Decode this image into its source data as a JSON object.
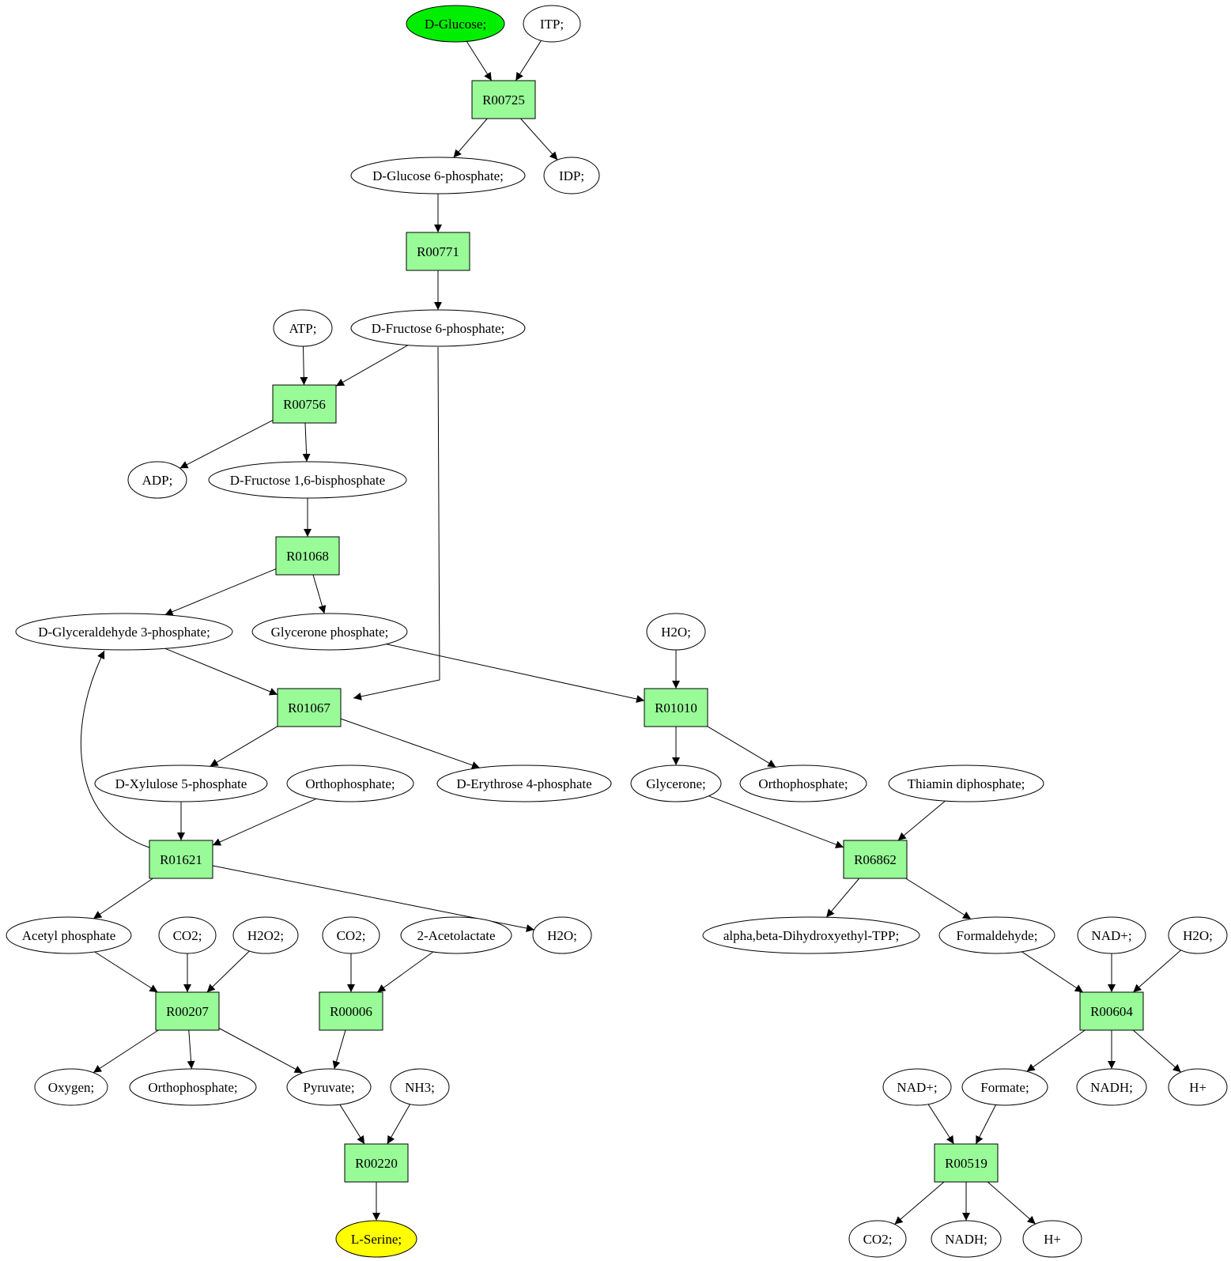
{
  "colors": {
    "reaction_fill": "#98fb98",
    "compound_fill": "#ffffff",
    "start_fill": "#00ee00",
    "end_fill": "#ffff00",
    "stroke": "#000000"
  },
  "nodes": [
    {
      "id": "c_glc",
      "label": "D-Glucose;",
      "kind": "start"
    },
    {
      "id": "c_itp",
      "label": "ITP;",
      "kind": "compound"
    },
    {
      "id": "r00725",
      "label": "R00725",
      "kind": "reaction"
    },
    {
      "id": "c_g6p",
      "label": "D-Glucose 6-phosphate;",
      "kind": "compound"
    },
    {
      "id": "c_idp",
      "label": "IDP;",
      "kind": "compound"
    },
    {
      "id": "r00771",
      "label": "R00771",
      "kind": "reaction"
    },
    {
      "id": "c_atp",
      "label": "ATP;",
      "kind": "compound"
    },
    {
      "id": "c_f6p",
      "label": "D-Fructose 6-phosphate;",
      "kind": "compound"
    },
    {
      "id": "r00756",
      "label": "R00756",
      "kind": "reaction"
    },
    {
      "id": "c_adp",
      "label": "ADP;",
      "kind": "compound"
    },
    {
      "id": "c_fbp",
      "label": "D-Fructose 1,6-bisphosphate",
      "kind": "compound"
    },
    {
      "id": "r01068",
      "label": "R01068",
      "kind": "reaction"
    },
    {
      "id": "c_gap",
      "label": "D-Glyceraldehyde 3-phosphate;",
      "kind": "compound"
    },
    {
      "id": "c_dhap",
      "label": "Glycerone phosphate;",
      "kind": "compound"
    },
    {
      "id": "c_h2o_a",
      "label": "H2O;",
      "kind": "compound"
    },
    {
      "id": "r01067",
      "label": "R01067",
      "kind": "reaction"
    },
    {
      "id": "r01010",
      "label": "R01010",
      "kind": "reaction"
    },
    {
      "id": "c_x5p",
      "label": "D-Xylulose 5-phosphate",
      "kind": "compound"
    },
    {
      "id": "c_pi_a",
      "label": "Orthophosphate;",
      "kind": "compound"
    },
    {
      "id": "c_e4p",
      "label": "D-Erythrose 4-phosphate",
      "kind": "compound"
    },
    {
      "id": "c_dha",
      "label": "Glycerone;",
      "kind": "compound"
    },
    {
      "id": "c_pi_b",
      "label": "Orthophosphate;",
      "kind": "compound"
    },
    {
      "id": "c_tpp",
      "label": "Thiamin diphosphate;",
      "kind": "compound"
    },
    {
      "id": "r01621",
      "label": "R01621",
      "kind": "reaction"
    },
    {
      "id": "r06862",
      "label": "R06862",
      "kind": "reaction"
    },
    {
      "id": "c_acp",
      "label": "Acetyl phosphate",
      "kind": "compound"
    },
    {
      "id": "c_co2_a",
      "label": "CO2;",
      "kind": "compound"
    },
    {
      "id": "c_h2o2",
      "label": "H2O2;",
      "kind": "compound"
    },
    {
      "id": "c_co2_b",
      "label": "CO2;",
      "kind": "compound"
    },
    {
      "id": "c_acl",
      "label": "2-Acetolactate",
      "kind": "compound"
    },
    {
      "id": "c_h2o_b",
      "label": "H2O;",
      "kind": "compound"
    },
    {
      "id": "c_dhtpp",
      "label": "alpha,beta-Dihydroxyethyl-TPP;",
      "kind": "compound"
    },
    {
      "id": "c_hcho",
      "label": "Formaldehyde;",
      "kind": "compound"
    },
    {
      "id": "c_nad_a",
      "label": "NAD+;",
      "kind": "compound"
    },
    {
      "id": "c_h2o_c",
      "label": "H2O;",
      "kind": "compound"
    },
    {
      "id": "r00207",
      "label": "R00207",
      "kind": "reaction"
    },
    {
      "id": "r00006",
      "label": "R00006",
      "kind": "reaction"
    },
    {
      "id": "r00604",
      "label": "R00604",
      "kind": "reaction"
    },
    {
      "id": "c_o2",
      "label": "Oxygen;",
      "kind": "compound"
    },
    {
      "id": "c_pi_c",
      "label": "Orthophosphate;",
      "kind": "compound"
    },
    {
      "id": "c_pyr",
      "label": "Pyruvate;",
      "kind": "compound"
    },
    {
      "id": "c_nh3",
      "label": "NH3;",
      "kind": "compound"
    },
    {
      "id": "c_nad_b",
      "label": "NAD+;",
      "kind": "compound"
    },
    {
      "id": "c_form",
      "label": "Formate;",
      "kind": "compound"
    },
    {
      "id": "c_nadh_a",
      "label": "NADH;",
      "kind": "compound"
    },
    {
      "id": "c_h_a",
      "label": "H+",
      "kind": "compound"
    },
    {
      "id": "r00220",
      "label": "R00220",
      "kind": "reaction"
    },
    {
      "id": "r00519",
      "label": "R00519",
      "kind": "reaction"
    },
    {
      "id": "c_ser",
      "label": "L-Serine;",
      "kind": "end"
    },
    {
      "id": "c_co2_c",
      "label": "CO2;",
      "kind": "compound"
    },
    {
      "id": "c_nadh_b",
      "label": "NADH;",
      "kind": "compound"
    },
    {
      "id": "c_h_b",
      "label": "H+",
      "kind": "compound"
    }
  ],
  "edges": [
    {
      "from": "c_glc",
      "to": "r00725"
    },
    {
      "from": "c_itp",
      "to": "r00725"
    },
    {
      "from": "r00725",
      "to": "c_g6p"
    },
    {
      "from": "r00725",
      "to": "c_idp"
    },
    {
      "from": "c_g6p",
      "to": "r00771"
    },
    {
      "from": "r00771",
      "to": "c_f6p"
    },
    {
      "from": "c_atp",
      "to": "r00756"
    },
    {
      "from": "c_f6p",
      "to": "r00756"
    },
    {
      "from": "c_f6p",
      "to": "r01067"
    },
    {
      "from": "r00756",
      "to": "c_adp"
    },
    {
      "from": "r00756",
      "to": "c_fbp"
    },
    {
      "from": "c_fbp",
      "to": "r01068"
    },
    {
      "from": "r01068",
      "to": "c_gap"
    },
    {
      "from": "r01068",
      "to": "c_dhap"
    },
    {
      "from": "c_gap",
      "to": "r01067"
    },
    {
      "from": "c_dhap",
      "to": "r01010"
    },
    {
      "from": "c_h2o_a",
      "to": "r01010"
    },
    {
      "from": "r01067",
      "to": "c_x5p"
    },
    {
      "from": "r01067",
      "to": "c_e4p"
    },
    {
      "from": "r01010",
      "to": "c_dha"
    },
    {
      "from": "r01010",
      "to": "c_pi_b"
    },
    {
      "from": "c_x5p",
      "to": "r01621"
    },
    {
      "from": "c_pi_a",
      "to": "r01621"
    },
    {
      "from": "r01621",
      "to": "c_gap"
    },
    {
      "from": "r01621",
      "to": "c_acp"
    },
    {
      "from": "r01621",
      "to": "c_h2o_b"
    },
    {
      "from": "c_dha",
      "to": "r06862"
    },
    {
      "from": "c_tpp",
      "to": "r06862"
    },
    {
      "from": "r06862",
      "to": "c_dhtpp"
    },
    {
      "from": "r06862",
      "to": "c_hcho"
    },
    {
      "from": "c_acp",
      "to": "r00207"
    },
    {
      "from": "c_co2_a",
      "to": "r00207"
    },
    {
      "from": "c_h2o2",
      "to": "r00207"
    },
    {
      "from": "c_co2_b",
      "to": "r00006"
    },
    {
      "from": "c_acl",
      "to": "r00006"
    },
    {
      "from": "c_hcho",
      "to": "r00604"
    },
    {
      "from": "c_nad_a",
      "to": "r00604"
    },
    {
      "from": "c_h2o_c",
      "to": "r00604"
    },
    {
      "from": "r00207",
      "to": "c_o2"
    },
    {
      "from": "r00207",
      "to": "c_pi_c"
    },
    {
      "from": "r00207",
      "to": "c_pyr"
    },
    {
      "from": "r00006",
      "to": "c_pyr"
    },
    {
      "from": "r00604",
      "to": "c_form"
    },
    {
      "from": "r00604",
      "to": "c_nadh_a"
    },
    {
      "from": "r00604",
      "to": "c_h_a"
    },
    {
      "from": "c_pyr",
      "to": "r00220"
    },
    {
      "from": "c_nh3",
      "to": "r00220"
    },
    {
      "from": "c_nad_b",
      "to": "r00519"
    },
    {
      "from": "c_form",
      "to": "r00519"
    },
    {
      "from": "r00220",
      "to": "c_ser"
    },
    {
      "from": "r00519",
      "to": "c_co2_c"
    },
    {
      "from": "r00519",
      "to": "c_nadh_b"
    },
    {
      "from": "r00519",
      "to": "c_h_b"
    }
  ]
}
